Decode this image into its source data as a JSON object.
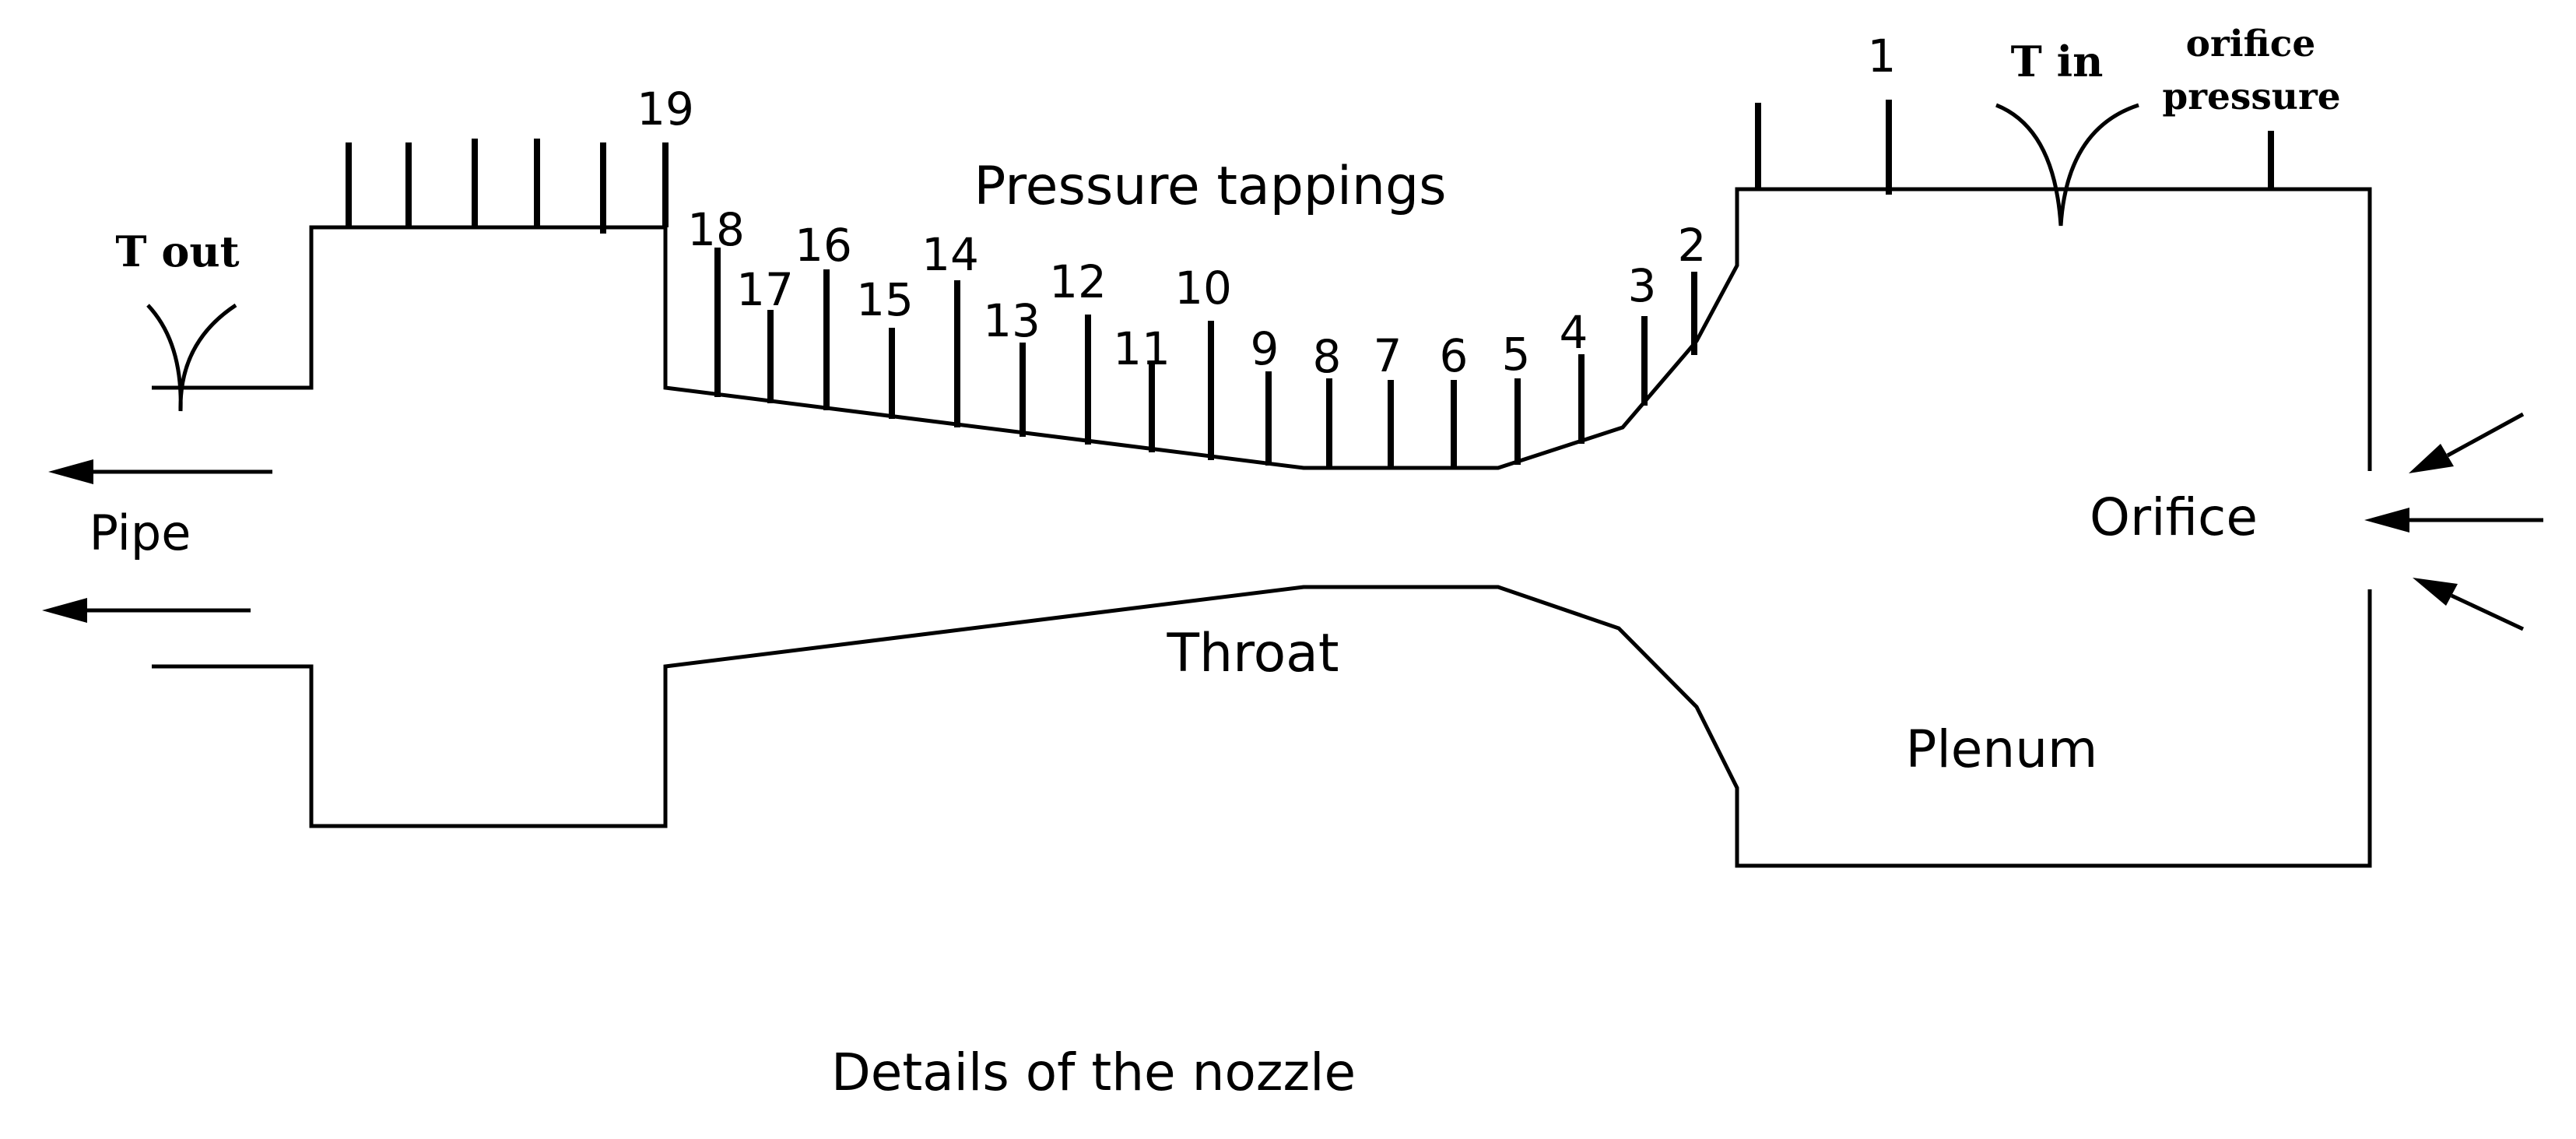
{
  "diagram": {
    "caption": "Details of the nozzle",
    "labels": {
      "pressure_tappings": "Pressure tappings",
      "throat": "Throat",
      "pipe": "Pipe",
      "orifice": "Orifice",
      "plenum": "Plenum",
      "t_out": "T out",
      "t_in": "T in",
      "orifice_pressure_line1": "orifice",
      "orifice_pressure_line2": "pressure"
    },
    "tap_numbers": [
      "19",
      "18",
      "17",
      "16",
      "15",
      "14",
      "13",
      "12",
      "11",
      "10",
      "9",
      "8",
      "7",
      "6",
      "5",
      "4",
      "3",
      "2",
      "1"
    ]
  }
}
